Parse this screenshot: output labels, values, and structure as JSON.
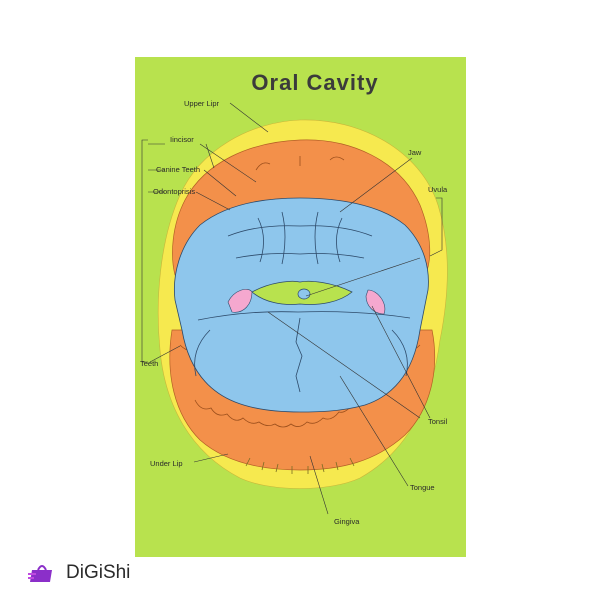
{
  "title": "Oral Cavity",
  "labels": {
    "upper_lip": "Upper Lipr",
    "incisor": "Iincisor",
    "canine": "Canine Teeth",
    "odontoprisis": "Odontoprisis",
    "teeth": "Teeth",
    "under_lip": "Under Lip",
    "jaw": "Jaw",
    "uvula": "Uvula",
    "tonsil": "Tonsil",
    "tongue": "Tongue",
    "gingiva": "Gingiva"
  },
  "brand": {
    "name": "DiGiShi"
  },
  "colors": {
    "board": "#b8e24e",
    "lip": "#f6e94f",
    "gum": "#f3904a",
    "cavity": "#8ec6ec",
    "tonsil": "#f5a8cf",
    "uvula_region": "#b8e24e"
  }
}
